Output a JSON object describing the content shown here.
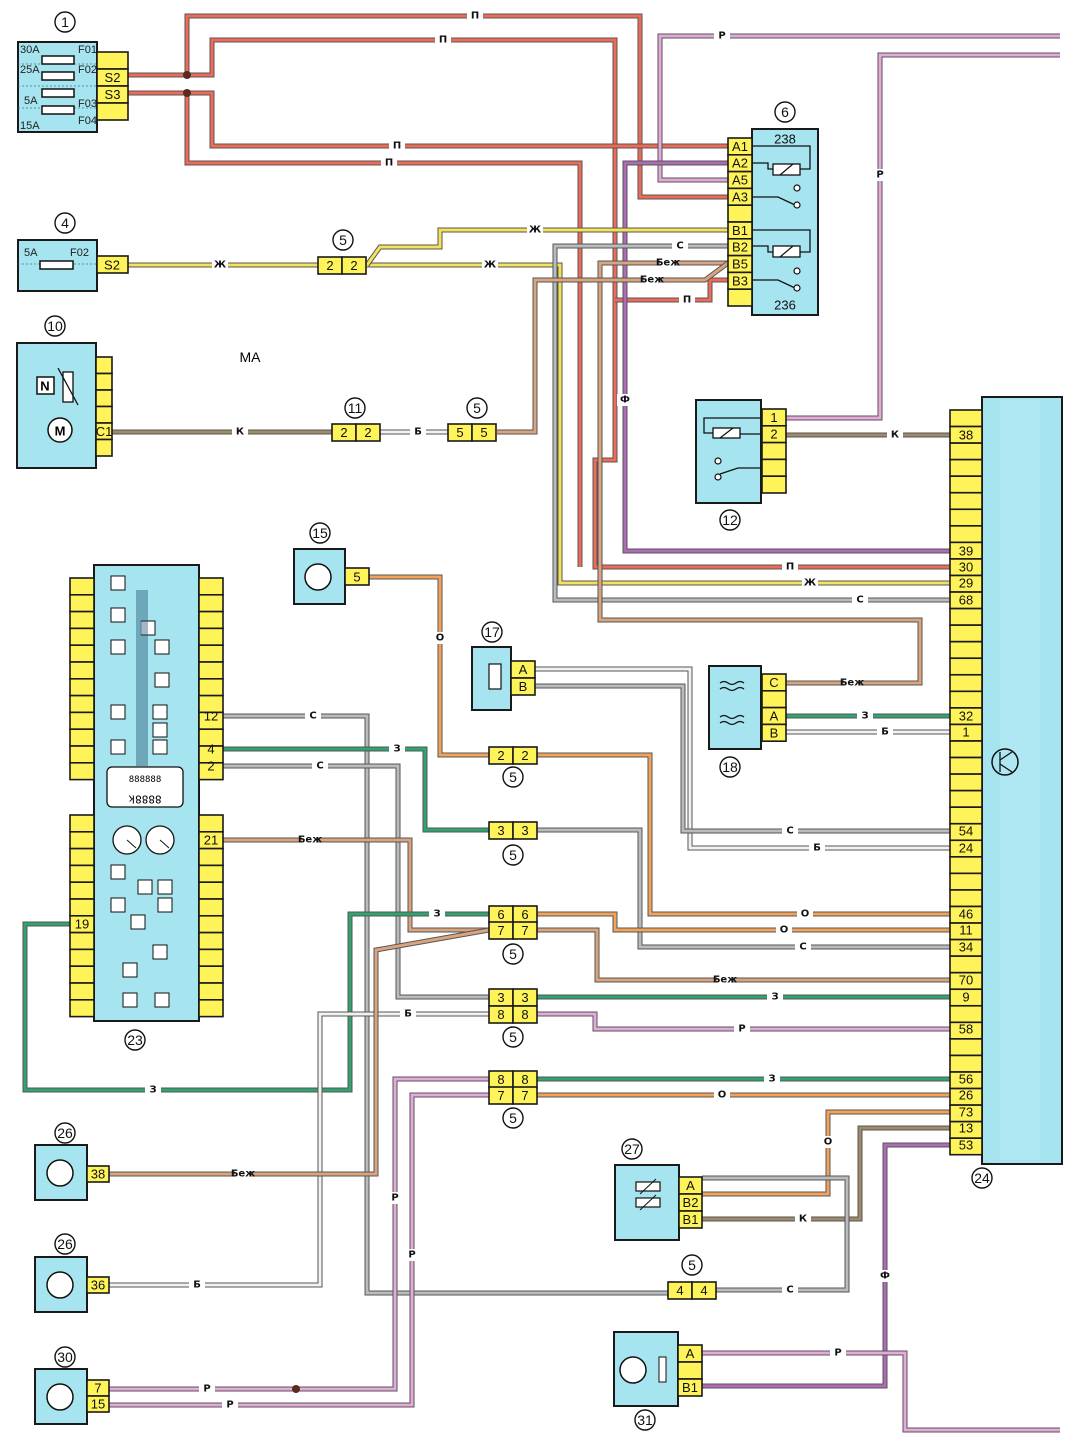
{
  "diagram": {
    "title_label": "MA",
    "wire_colors": {
      "П": "#f06a58",
      "Ж": "#f4e25a",
      "Р": "#e6a9dc",
      "Ф": "#b06ab8",
      "С": "#b8bcbf",
      "Б": "#f2f2f2",
      "К": "#a08a6c",
      "З": "#2fa370",
      "О": "#f4a25a",
      "Беж": "#d9a47e"
    },
    "components": {
      "c1": {
        "num": "1",
        "fuses": [
          "30A",
          "25A",
          "5A",
          "15A"
        ],
        "fuse_ids": [
          "F01",
          "F02",
          "F03",
          "F04"
        ],
        "pins": [
          "",
          "S2",
          "S3",
          ""
        ]
      },
      "c4": {
        "num": "4",
        "fuse_rating": "5A",
        "fuse_id": "F02",
        "pin": "S2"
      },
      "c6": {
        "num": "6",
        "relay_top": "238",
        "relay_bottom": "236",
        "pins": [
          "A1",
          "A2",
          "A5",
          "A3",
          "",
          "B1",
          "B2",
          "B5",
          "B3",
          ""
        ]
      },
      "c10": {
        "num": "10",
        "labels": [
          "N",
          "M"
        ],
        "pins": [
          "",
          "",
          "",
          "",
          "C1",
          ""
        ]
      },
      "c11": {
        "num": "11",
        "pins": [
          "2",
          "2"
        ]
      },
      "c12": {
        "num": "12",
        "pins": [
          "1",
          "2",
          "",
          "",
          ""
        ]
      },
      "c15": {
        "num": "15",
        "pin": "5"
      },
      "c17": {
        "num": "17",
        "pins": [
          "A",
          "B"
        ]
      },
      "c18": {
        "num": "18",
        "pins": [
          "C",
          "",
          "A",
          "B"
        ]
      },
      "c23": {
        "num": "23",
        "pins_right_top": [
          "12",
          "4",
          "2"
        ],
        "pin_right_bottom": "21",
        "pin_left_bottom": "19",
        "display_top": "888888",
        "display_bottom": "8888k"
      },
      "c24": {
        "num": "24",
        "pins": [
          "38",
          "39",
          "30",
          "29",
          "68",
          "32",
          "1",
          "54",
          "24",
          "46",
          "11",
          "34",
          "70",
          "9",
          "58",
          "56",
          "26",
          "73",
          "13",
          "53"
        ]
      },
      "c26a": {
        "num": "26",
        "pin": "38"
      },
      "c26b": {
        "num": "26",
        "pin": "36"
      },
      "c27": {
        "num": "27",
        "pins": [
          "A",
          "B2",
          "B1"
        ]
      },
      "c30": {
        "num": "30",
        "pins": [
          "7",
          "15"
        ]
      },
      "c31": {
        "num": "31",
        "pins": [
          "A",
          "",
          "B1"
        ]
      },
      "c5": {
        "num": "5"
      }
    },
    "connector5": {
      "a": [
        "2",
        "2"
      ],
      "b": [
        "5",
        "5"
      ],
      "c": [
        "2",
        "2"
      ],
      "d": [
        "3",
        "3"
      ],
      "e": [
        "6",
        "6"
      ],
      "f": [
        "7",
        "7"
      ],
      "g": [
        "3",
        "3"
      ],
      "h": [
        "8",
        "8"
      ],
      "i": [
        "8",
        "8"
      ],
      "j": [
        "7",
        "7"
      ],
      "k": [
        "4",
        "4"
      ]
    },
    "wire_labels": {
      "p1": "П",
      "p2": "П",
      "p3": "П",
      "p4": "П",
      "p5": "П",
      "p6": "П",
      "r_top": "Р",
      "r_right": "Р",
      "zh1": "Ж",
      "zh2": "Ж",
      "zh3": "Ж",
      "s_b2": "С",
      "bezh_b5": "Беж",
      "bezh_b3": "Беж",
      "f_mid": "Ф",
      "k_c1": "К",
      "b_c1": "Б",
      "k_38": "К",
      "s_68": "С",
      "o_15": "О",
      "bezh_18": "Беж",
      "z_32": "З",
      "b_1": "Б",
      "s_12": "С",
      "z_4": "З",
      "s_2": "С",
      "bezh_21": "Беж",
      "s_54": "С",
      "b_24": "Б",
      "z_66": "З",
      "o_46": "О",
      "o_11": "О",
      "s_34": "С",
      "bezh_70": "Беж",
      "z_9": "З",
      "b_88": "Б",
      "r_58": "Р",
      "z_56": "З",
      "o_26": "О",
      "o_73": "О",
      "k_b1": "К",
      "s_44": "С",
      "f_53": "Ф",
      "r_31": "Р",
      "z_19": "З",
      "bezh_26": "Беж",
      "b_36": "Б",
      "r_30a": "Р",
      "r_30b": "Р",
      "r_v1": "Р",
      "r_v2": "Р"
    }
  }
}
